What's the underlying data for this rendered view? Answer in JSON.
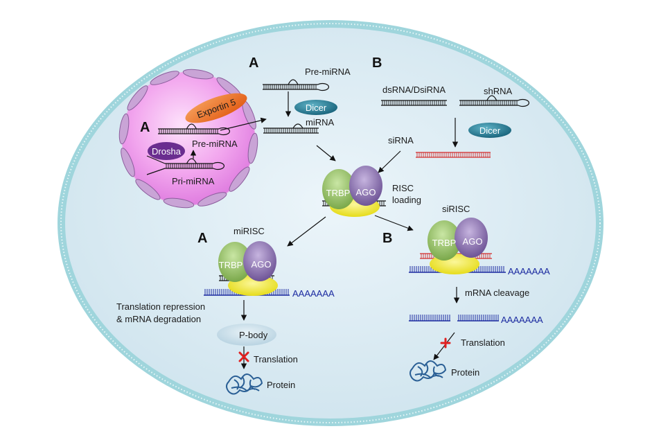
{
  "panel_letters": {
    "a_top": "A",
    "b_top": "B",
    "a_nucleus": "A",
    "a_lower": "A",
    "b_lower": "B"
  },
  "nucleus": {
    "exportin": "Exportin 5",
    "drosha": "Drosha",
    "pre_mirna": "Pre-miRNA",
    "pri_mirna": "Pri-miRNA"
  },
  "pathway_a": {
    "pre_mirna": "Pre-miRNA",
    "dicer": "Dicer",
    "mirna": "miRNA",
    "mirisc": "miRISC",
    "trbp": "TRBP",
    "ago": "AGO",
    "polya": "AAAAAAA",
    "repression_line1": "Translation repression",
    "repression_line2": "& mRNA degradation",
    "pbody": "P-body",
    "translation": "Translation",
    "protein": "Protein"
  },
  "pathway_b": {
    "dsrna": "dsRNA/DsiRNA",
    "shrna": "shRNA",
    "dicer": "Dicer",
    "sirna": "siRNA",
    "sirisc": "siRISC",
    "trbp": "TRBP",
    "ago": "AGO",
    "polya": "AAAAAAA",
    "cleavage": "mRNA cleavage",
    "polya2": "AAAAAAA",
    "translation": "Translation",
    "protein": "Protein"
  },
  "risc": {
    "trbp": "TRBP",
    "ago": "AGO",
    "loading_line1": "RISC",
    "loading_line2": "loading"
  },
  "colors": {
    "cell_fill": "#d9ebf3",
    "cell_border": "#9fd5dc",
    "nucleus": "#f2a8ee",
    "envelope": "#c9a4d6",
    "exportin": "#e8681f",
    "drosha": "#6a2d8f",
    "dicer": "#1f7389",
    "trbp": "#8fbf5a",
    "ago": "#8c6fb0",
    "yellow": "#f4ec3a",
    "mrna": "#1b2aa0",
    "sirna": "#d22c2c",
    "pbody": "#c7dde8"
  }
}
